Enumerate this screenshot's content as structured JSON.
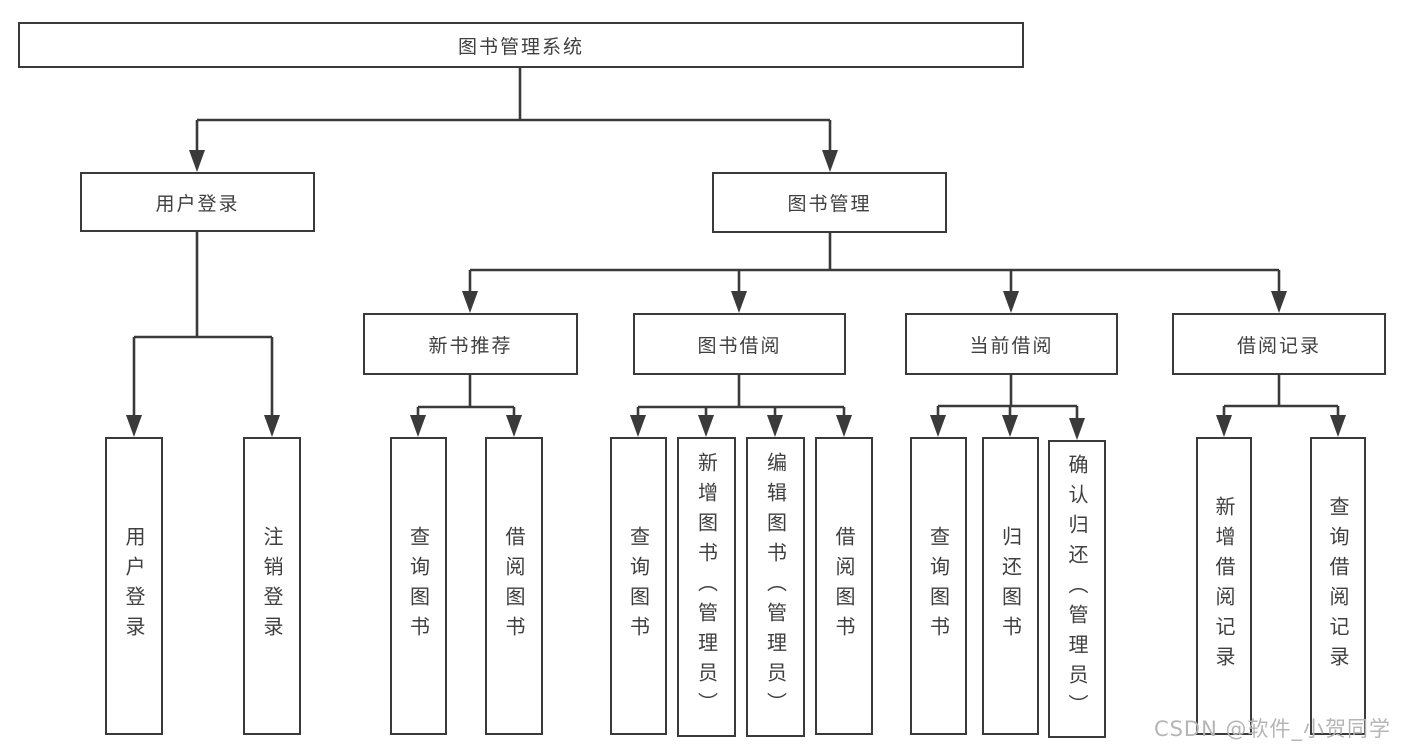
{
  "diagram": {
    "tree": {
      "label": "图书管理系统",
      "children": [
        {
          "label": "用户登录",
          "children": [
            {
              "label": "用户登录"
            },
            {
              "label": "注销登录"
            }
          ]
        },
        {
          "label": "图书管理",
          "children": [
            {
              "label": "新书推荐",
              "children": [
                {
                  "label": "查询图书"
                },
                {
                  "label": "借阅图书"
                }
              ]
            },
            {
              "label": "图书借阅",
              "children": [
                {
                  "label": "查询图书"
                },
                {
                  "label": "新增图书（管理员）"
                },
                {
                  "label": "编辑图书（管理员）"
                },
                {
                  "label": "借阅图书"
                }
              ]
            },
            {
              "label": "当前借阅",
              "children": [
                {
                  "label": "查询图书"
                },
                {
                  "label": "归还图书"
                },
                {
                  "label": "确认归还（管理员）"
                }
              ]
            },
            {
              "label": "借阅记录",
              "children": [
                {
                  "label": "新增借阅记录"
                },
                {
                  "label": "查询借阅记录"
                }
              ]
            }
          ]
        }
      ]
    },
    "colors": {
      "line": "#3a3a3a",
      "box_fill": "#ffffff",
      "text": "#3f3f3f",
      "background": "#ffffff",
      "watermark": "#b5b5b5"
    }
  },
  "watermark": {
    "text": "CSDN @软件_小贺同学"
  }
}
